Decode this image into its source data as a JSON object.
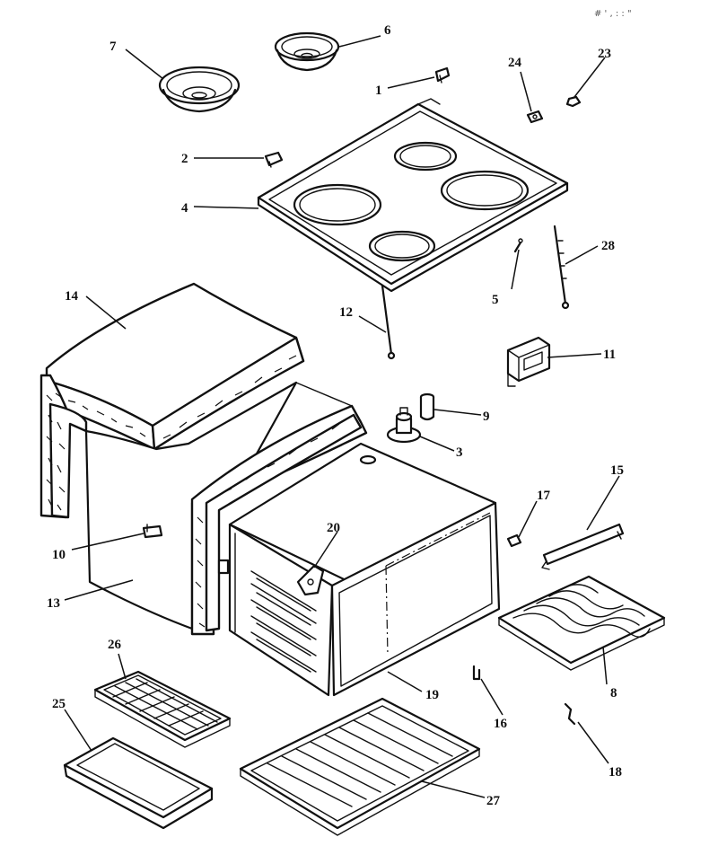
{
  "diagram": {
    "corner_marks": "# ' , : : \"",
    "callouts": [
      {
        "id": "c1",
        "text": "1"
      },
      {
        "id": "c2",
        "text": "2"
      },
      {
        "id": "c3",
        "text": "3"
      },
      {
        "id": "c4",
        "text": "4"
      },
      {
        "id": "c5",
        "text": "5"
      },
      {
        "id": "c6",
        "text": "6"
      },
      {
        "id": "c7",
        "text": "7"
      },
      {
        "id": "c8",
        "text": "8"
      },
      {
        "id": "c9",
        "text": "9"
      },
      {
        "id": "c10",
        "text": "10"
      },
      {
        "id": "c11",
        "text": "11"
      },
      {
        "id": "c12",
        "text": "12"
      },
      {
        "id": "c13",
        "text": "13"
      },
      {
        "id": "c14",
        "text": "14"
      },
      {
        "id": "c15",
        "text": "15"
      },
      {
        "id": "c16",
        "text": "16"
      },
      {
        "id": "c17",
        "text": "17"
      },
      {
        "id": "c18",
        "text": "18"
      },
      {
        "id": "c19",
        "text": "19"
      },
      {
        "id": "c20",
        "text": "20"
      },
      {
        "id": "c23",
        "text": "23"
      },
      {
        "id": "c24",
        "text": "24"
      },
      {
        "id": "c25",
        "text": "25"
      },
      {
        "id": "c26",
        "text": "26"
      },
      {
        "id": "c27",
        "text": "27"
      },
      {
        "id": "c28",
        "text": "28"
      }
    ]
  }
}
